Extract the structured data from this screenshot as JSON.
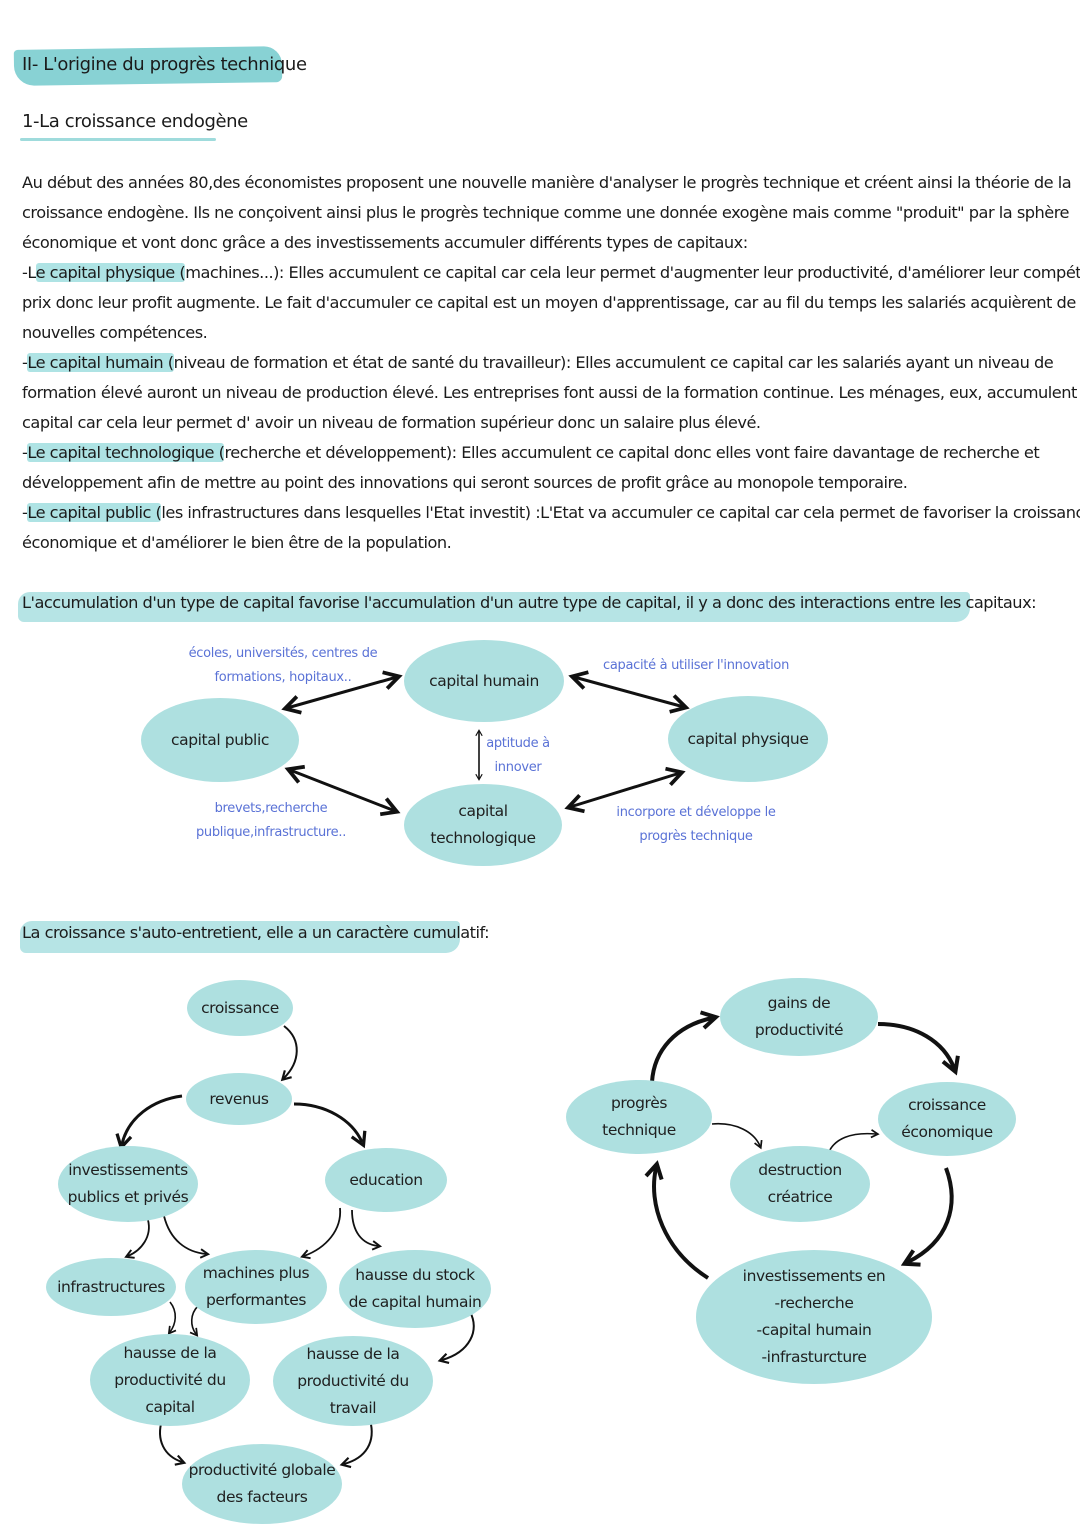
{
  "section_title": "II- L'origine du progrès technique",
  "subsection_title": "1-La croissance endogène",
  "intro": [
    "Au début des années 80,des économistes proposent une nouvelle manière d'analyser le progrès technique et créent ainsi la théorie de la",
    "croissance endogène. Ils ne conçoivent ainsi plus le progrès technique comme une donnée exogène mais comme \"produit\" par la sphère",
    "économique et vont donc grâce a des investissements accumuler différents types de capitaux:"
  ],
  "capitals": [
    {
      "prefix": "-L",
      "term": "e capital physique (",
      "lines": [
        "machines...): Elles accumulent ce capital car cela leur permet d'augmenter leur productivité, d'améliorer leur compétitivité",
        "prix donc leur profit augmente. Le fait d'accumuler ce capital est un moyen d'apprentissage, car au fil du temps les salariés acquièrent de",
        "nouvelles compétences."
      ]
    },
    {
      "prefix": "-",
      "term": "Le capital humain (",
      "lines": [
        "niveau de formation et état de santé du travailleur): Elles accumulent ce capital car les salariés ayant un niveau de",
        "formation élevé auront un niveau de production élevé. Les entreprises font aussi de la formation continue. Les ménages, eux, accumulent ce",
        "capital car cela leur permet d' avoir un niveau de formation supérieur donc un salaire plus élevé."
      ]
    },
    {
      "prefix": "-",
      "term": "Le capital technologique (",
      "lines": [
        "recherche et développement): Elles accumulent ce capital donc elles vont faire davantage de recherche et",
        "développement afin de mettre au point des innovations qui seront sources de profit grâce au monopole temporaire."
      ]
    },
    {
      "prefix": "-",
      "term": "Le capital public (",
      "lines": [
        "les infrastructures dans lesquelles l'Etat investit) :L'Etat va accumuler ce capital car cela permet de favoriser la croissance",
        "économique et d'améliorer le bien être de la population."
      ]
    }
  ],
  "interactions_heading": "L'accumulation d'un type de capital favorise l'accumulation d'un autre type de capital, il y a donc des interactions entre les capitaux:",
  "diagram1": {
    "nodes": {
      "humain": "capital humain",
      "public": "capital public",
      "physique": "capital physique",
      "techno_1": "capital",
      "techno_2": "technologique"
    },
    "notes": {
      "ecoles_1": "écoles, universités, centres de",
      "ecoles_2": "formations, hopitaux..",
      "capacite": "capacité à utiliser l'innovation",
      "aptitude_1": "aptitude à",
      "aptitude_2": "innover",
      "brevets_1": "brevets,recherche",
      "brevets_2": "publique,infrastructure..",
      "incorpore_1": "incorpore et développe le",
      "incorpore_2": "progrès technique"
    }
  },
  "cumulative_heading": "La croissance s'auto-entretient, elle a un caractère cumulatif:",
  "diagram2": {
    "croissance": "croissance",
    "revenus": "revenus",
    "invest_1": "investissements",
    "invest_2": "publics et privés",
    "education": "education",
    "infrastructures": "infrastructures",
    "machines_1": "machines plus",
    "machines_2": "performantes",
    "stock_1": "hausse du stock",
    "stock_2": "de capital humain",
    "prodcap_1": "hausse de la",
    "prodcap_2": "productivité du",
    "prodcap_3": "capital",
    "prodtrav_1": "hausse de la",
    "prodtrav_2": "productivité du",
    "prodtrav_3": "travail",
    "pgf_1": "productivité globale",
    "pgf_2": "des facteurs"
  },
  "diagram3": {
    "gains_1": "gains de",
    "gains_2": "productivité",
    "progres_1": "progrès",
    "progres_2": "technique",
    "croiss_1": "croissance",
    "croiss_2": "économique",
    "destruction_1": "destruction",
    "destruction_2": "créatrice",
    "inv_1": "investissements en",
    "inv_2": "-recherche",
    "inv_3": "-capital humain",
    "inv_4": "-infrasturcture"
  }
}
